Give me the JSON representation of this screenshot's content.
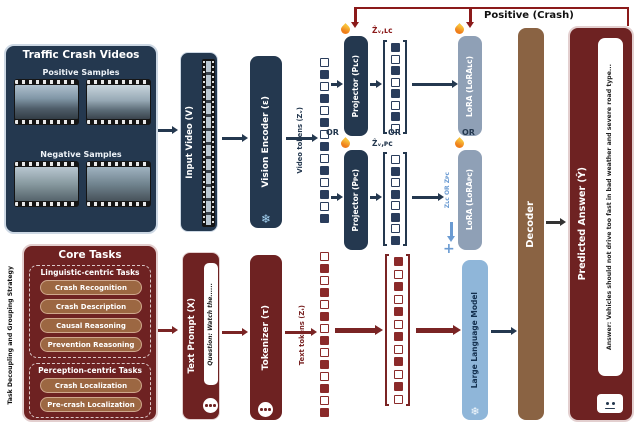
{
  "feedback": {
    "label": "Positive (Crash)"
  },
  "videos": {
    "title": "Traffic Crash Videos",
    "positive": "Positive Samples",
    "negative": "Negative Samples"
  },
  "tasks": {
    "title": "Core Tasks",
    "strategy": "Task Decoupling and Grouping Strategy",
    "linguistic": {
      "label": "Linguistic-centric Tasks",
      "items": [
        "Crash Recognition",
        "Crash Description",
        "Causal Reasoning",
        "Prevention Reasoning"
      ]
    },
    "perception": {
      "label": "Perception-centric Tasks",
      "items": [
        "Crash Localization",
        "Pre-crash Localization"
      ]
    }
  },
  "video_path": {
    "input_video": "Input Video (V)",
    "vision_encoder": "Vision Encoder (ε)",
    "tokens_label": "Video tokens (Zᵥ)",
    "projector_top": "Projector (Pʟᴄ)",
    "projector_bottom": "Projector (Pᴘᴄ)",
    "z_top": "Ẑᵥ,ʟᴄ",
    "z_bottom": "Ẑᵥ,ᴘᴄ",
    "or_split": "OR",
    "or_mid": "OR",
    "or_lora": "OR",
    "lora_top": "LoRA (LoRAʟᴄ)",
    "lora_bottom": "LoRA (LoRAᴘᴄ)",
    "merge_label": "Zʟᴄ OR Zᴘᴄ",
    "plus": "+"
  },
  "text_path": {
    "prompt": "Text Prompt (X)",
    "question": "Question: Watch the......",
    "tokenizer": "Tokenizer (τ)",
    "tokens_label": "Text tokens (Zₜ)"
  },
  "llm": {
    "label": "Large Language Model"
  },
  "decoder": {
    "label": "Decoder"
  },
  "answer": {
    "title": "Predicted Answer (Ŷ)",
    "text": "Answer: Vehicles should not drive too fast in bad weather and severe road type..."
  },
  "tokens": {
    "video": [
      "vo",
      "vn",
      "vo",
      "vn",
      "vo",
      "vn",
      "vo",
      "vn",
      "vo",
      "vn",
      "vo",
      "vn",
      "vo",
      "vn"
    ],
    "proj_top": [
      "vn",
      "vo",
      "vn",
      "vo",
      "vn",
      "vo",
      "vn",
      "vo"
    ],
    "proj_bottom": [
      "vo",
      "vn",
      "vo",
      "vn",
      "vo",
      "vn",
      "vo",
      "vn"
    ],
    "text": [
      "to",
      "tr",
      "to",
      "tr",
      "to",
      "tr",
      "to",
      "tr",
      "to",
      "tr",
      "to",
      "tr",
      "to",
      "tr"
    ],
    "text_out": [
      "tr",
      "to",
      "tr",
      "to",
      "tr",
      "to",
      "tr",
      "to",
      "tr",
      "to",
      "tr",
      "to"
    ]
  }
}
